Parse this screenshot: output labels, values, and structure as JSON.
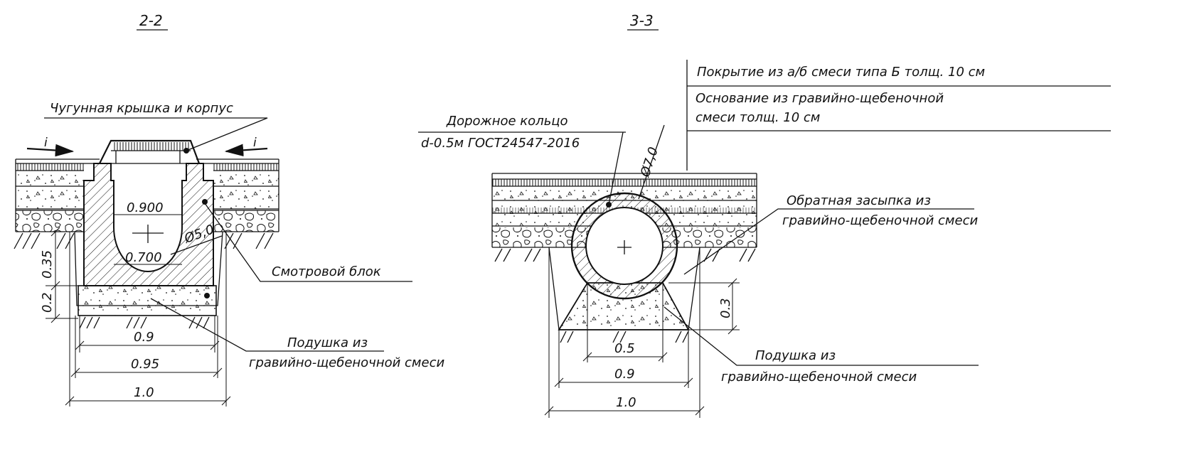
{
  "sections": {
    "left_title": "2-2",
    "right_title": "3-3"
  },
  "left": {
    "cover_label": "Чугунная крышка и корпус",
    "slope_left": "i",
    "slope_right": "i",
    "dim_inner_top": "0.900",
    "dim_inner_bottom": "0.700",
    "dia_label": "Ø5,0",
    "dim_h1": "0.35",
    "dim_h2": "0.2",
    "block_label": "Смотровой  блок",
    "dim_w1": "0.9",
    "dim_w2": "0.95",
    "dim_w3": "1.0",
    "cushion_label_1": "Подушка из",
    "cushion_label_2": "гравийно-щебеночной смеси"
  },
  "right": {
    "coating_label": "Покрытие из а/б смеси типа Б толщ. 10 см",
    "base_label_1": "Основание из гравийно-щебеночной",
    "base_label_2": "смеси толщ. 10 см",
    "ring_label_1": "Дорожное кольцо",
    "ring_label_2": "d-0.5м ГОСТ24547-2016",
    "dia_label": "Ø7,0",
    "backfill_label_1": "Обратная засыпка из",
    "backfill_label_2": "гравийно-щебеночной смеси",
    "dim_h": "0.3",
    "dim_w1": "0.5",
    "dim_w2": "0.9",
    "dim_w3": "1.0",
    "cushion_label_1": "Подушка из",
    "cushion_label_2": "гравийно-щебеночной смеси"
  }
}
